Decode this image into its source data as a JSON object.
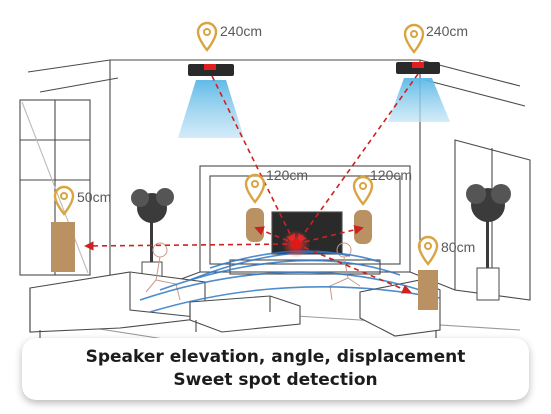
{
  "colors": {
    "accent": "#d9a441",
    "line": "#cc2222",
    "wave": "#2f78c4",
    "beam": "#62bde8",
    "speaker": "#b99162",
    "sketch": "#4a4a4a"
  },
  "icons": [
    "location-pin-icon"
  ],
  "labels": {
    "ceiling_left": "240cm",
    "ceiling_right": "240cm",
    "front_left": "120cm",
    "front_right": "120cm",
    "side_left": "50cm",
    "side_right": "80cm"
  },
  "caption": {
    "line1": "Speaker elevation, angle, displacement",
    "line2": "Sweet spot detection"
  }
}
